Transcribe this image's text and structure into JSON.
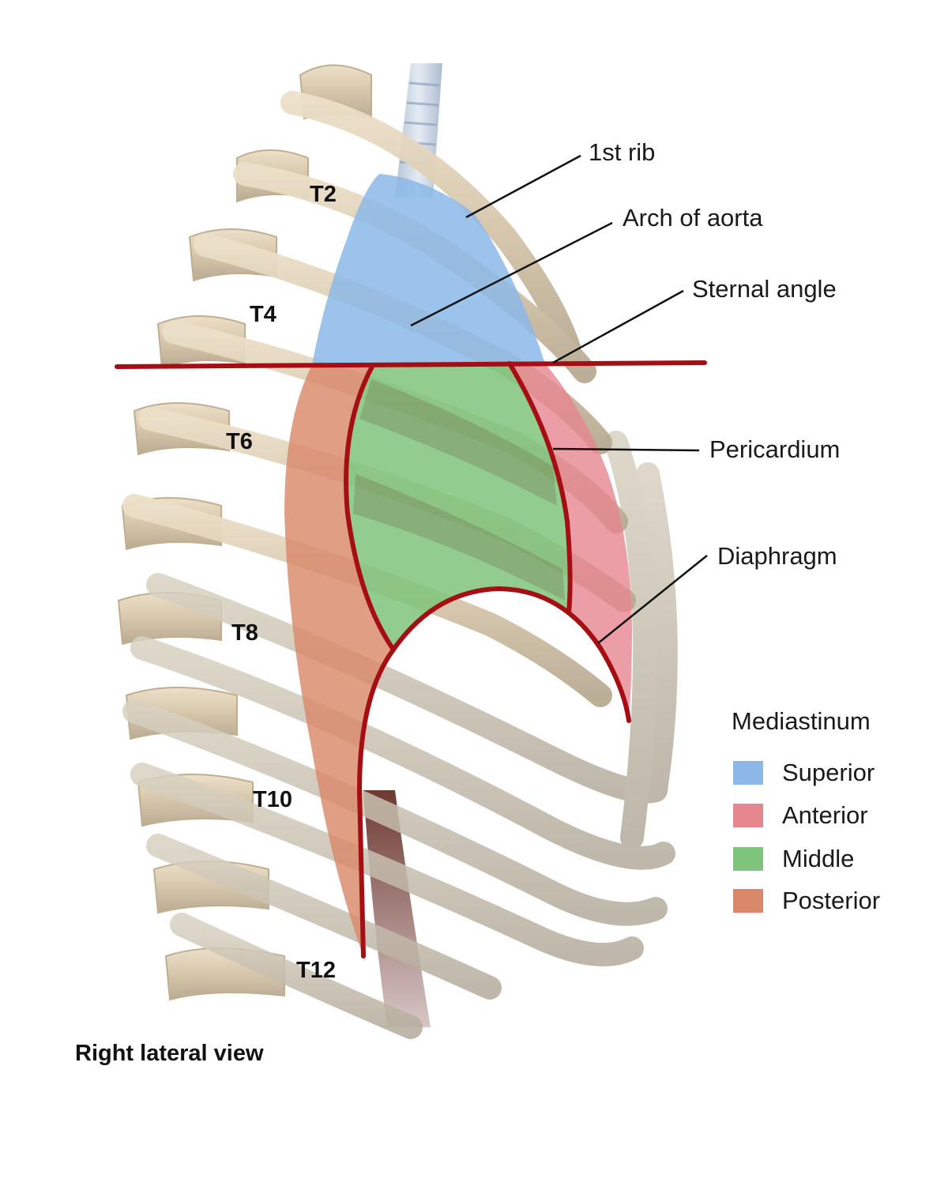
{
  "vertebrae": [
    "T2",
    "T4",
    "T6",
    "T8",
    "T10",
    "T12"
  ],
  "callouts": {
    "first_rib": "1st rib",
    "arch_of_aorta": "Arch of aorta",
    "sternal_angle": "Sternal angle",
    "pericardium": "Pericardium",
    "diaphragm": "Diaphragm"
  },
  "legend": {
    "title": "Mediastinum",
    "items": [
      {
        "label": "Superior",
        "color": "#8bb8e8"
      },
      {
        "label": "Anterior",
        "color": "#e6868e"
      },
      {
        "label": "Middle",
        "color": "#7fc47b"
      },
      {
        "label": "Posterior",
        "color": "#d9896a"
      }
    ]
  },
  "caption": "Right lateral view",
  "colors": {
    "boundary": "#a50f14",
    "bone": "#d8c7ab",
    "bone_shadow": "#b8a98f"
  }
}
